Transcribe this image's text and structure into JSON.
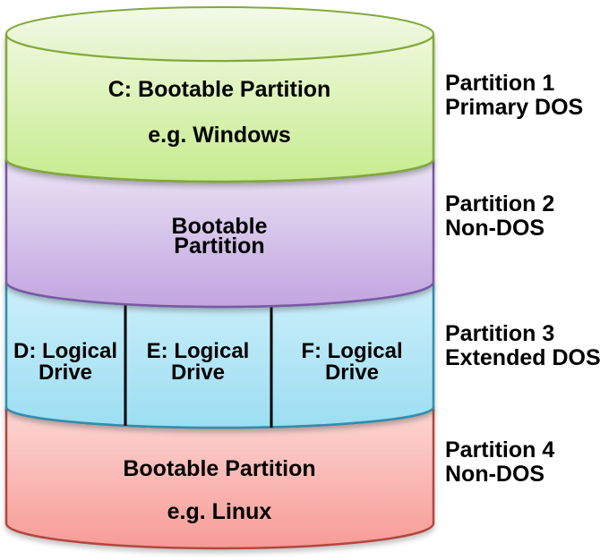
{
  "diagram": {
    "type": "disk-partition-cylinder",
    "partitions": [
      {
        "name": "primary-dos",
        "band_lines": [
          "C: Bootable Partition",
          "e.g. Windows"
        ],
        "side_label": [
          "Partition 1",
          "Primary DOS"
        ],
        "fill_top": "#eef8db",
        "fill_bottom": "#c6ec8e",
        "border": "#82a93c"
      },
      {
        "name": "non-dos-2",
        "band_lines": [
          "Bootable",
          "Partition"
        ],
        "side_label": [
          "Partition 2",
          "Non-DOS"
        ],
        "fill_top": "#eae4f4",
        "fill_bottom": "#c2a5e0",
        "border": "#7a58a5"
      },
      {
        "name": "extended-dos",
        "drives": [
          {
            "lines": [
              "D: Logical",
              "Drive"
            ]
          },
          {
            "lines": [
              "E: Logical",
              "Drive"
            ]
          },
          {
            "lines": [
              "F: Logical",
              "Drive"
            ]
          }
        ],
        "side_label": [
          "Partition 3",
          "Extended DOS"
        ],
        "fill_top": "#cdeffa",
        "fill_bottom": "#9cdef2",
        "border": "#2e8fae"
      },
      {
        "name": "non-dos-4",
        "band_lines": [
          "Bootable Partition",
          "e.g. Linux"
        ],
        "side_label": [
          "Partition 4",
          "Non-DOS"
        ],
        "fill_top": "#fcd7d4",
        "fill_bottom": "#f79b96",
        "border": "#b4463f"
      }
    ],
    "lid": {
      "fill_top": "#f3fae8",
      "fill_bottom": "#e2f3c6",
      "border": "#82a93c"
    },
    "divider_color": "#000000",
    "text_color": "#000000"
  }
}
